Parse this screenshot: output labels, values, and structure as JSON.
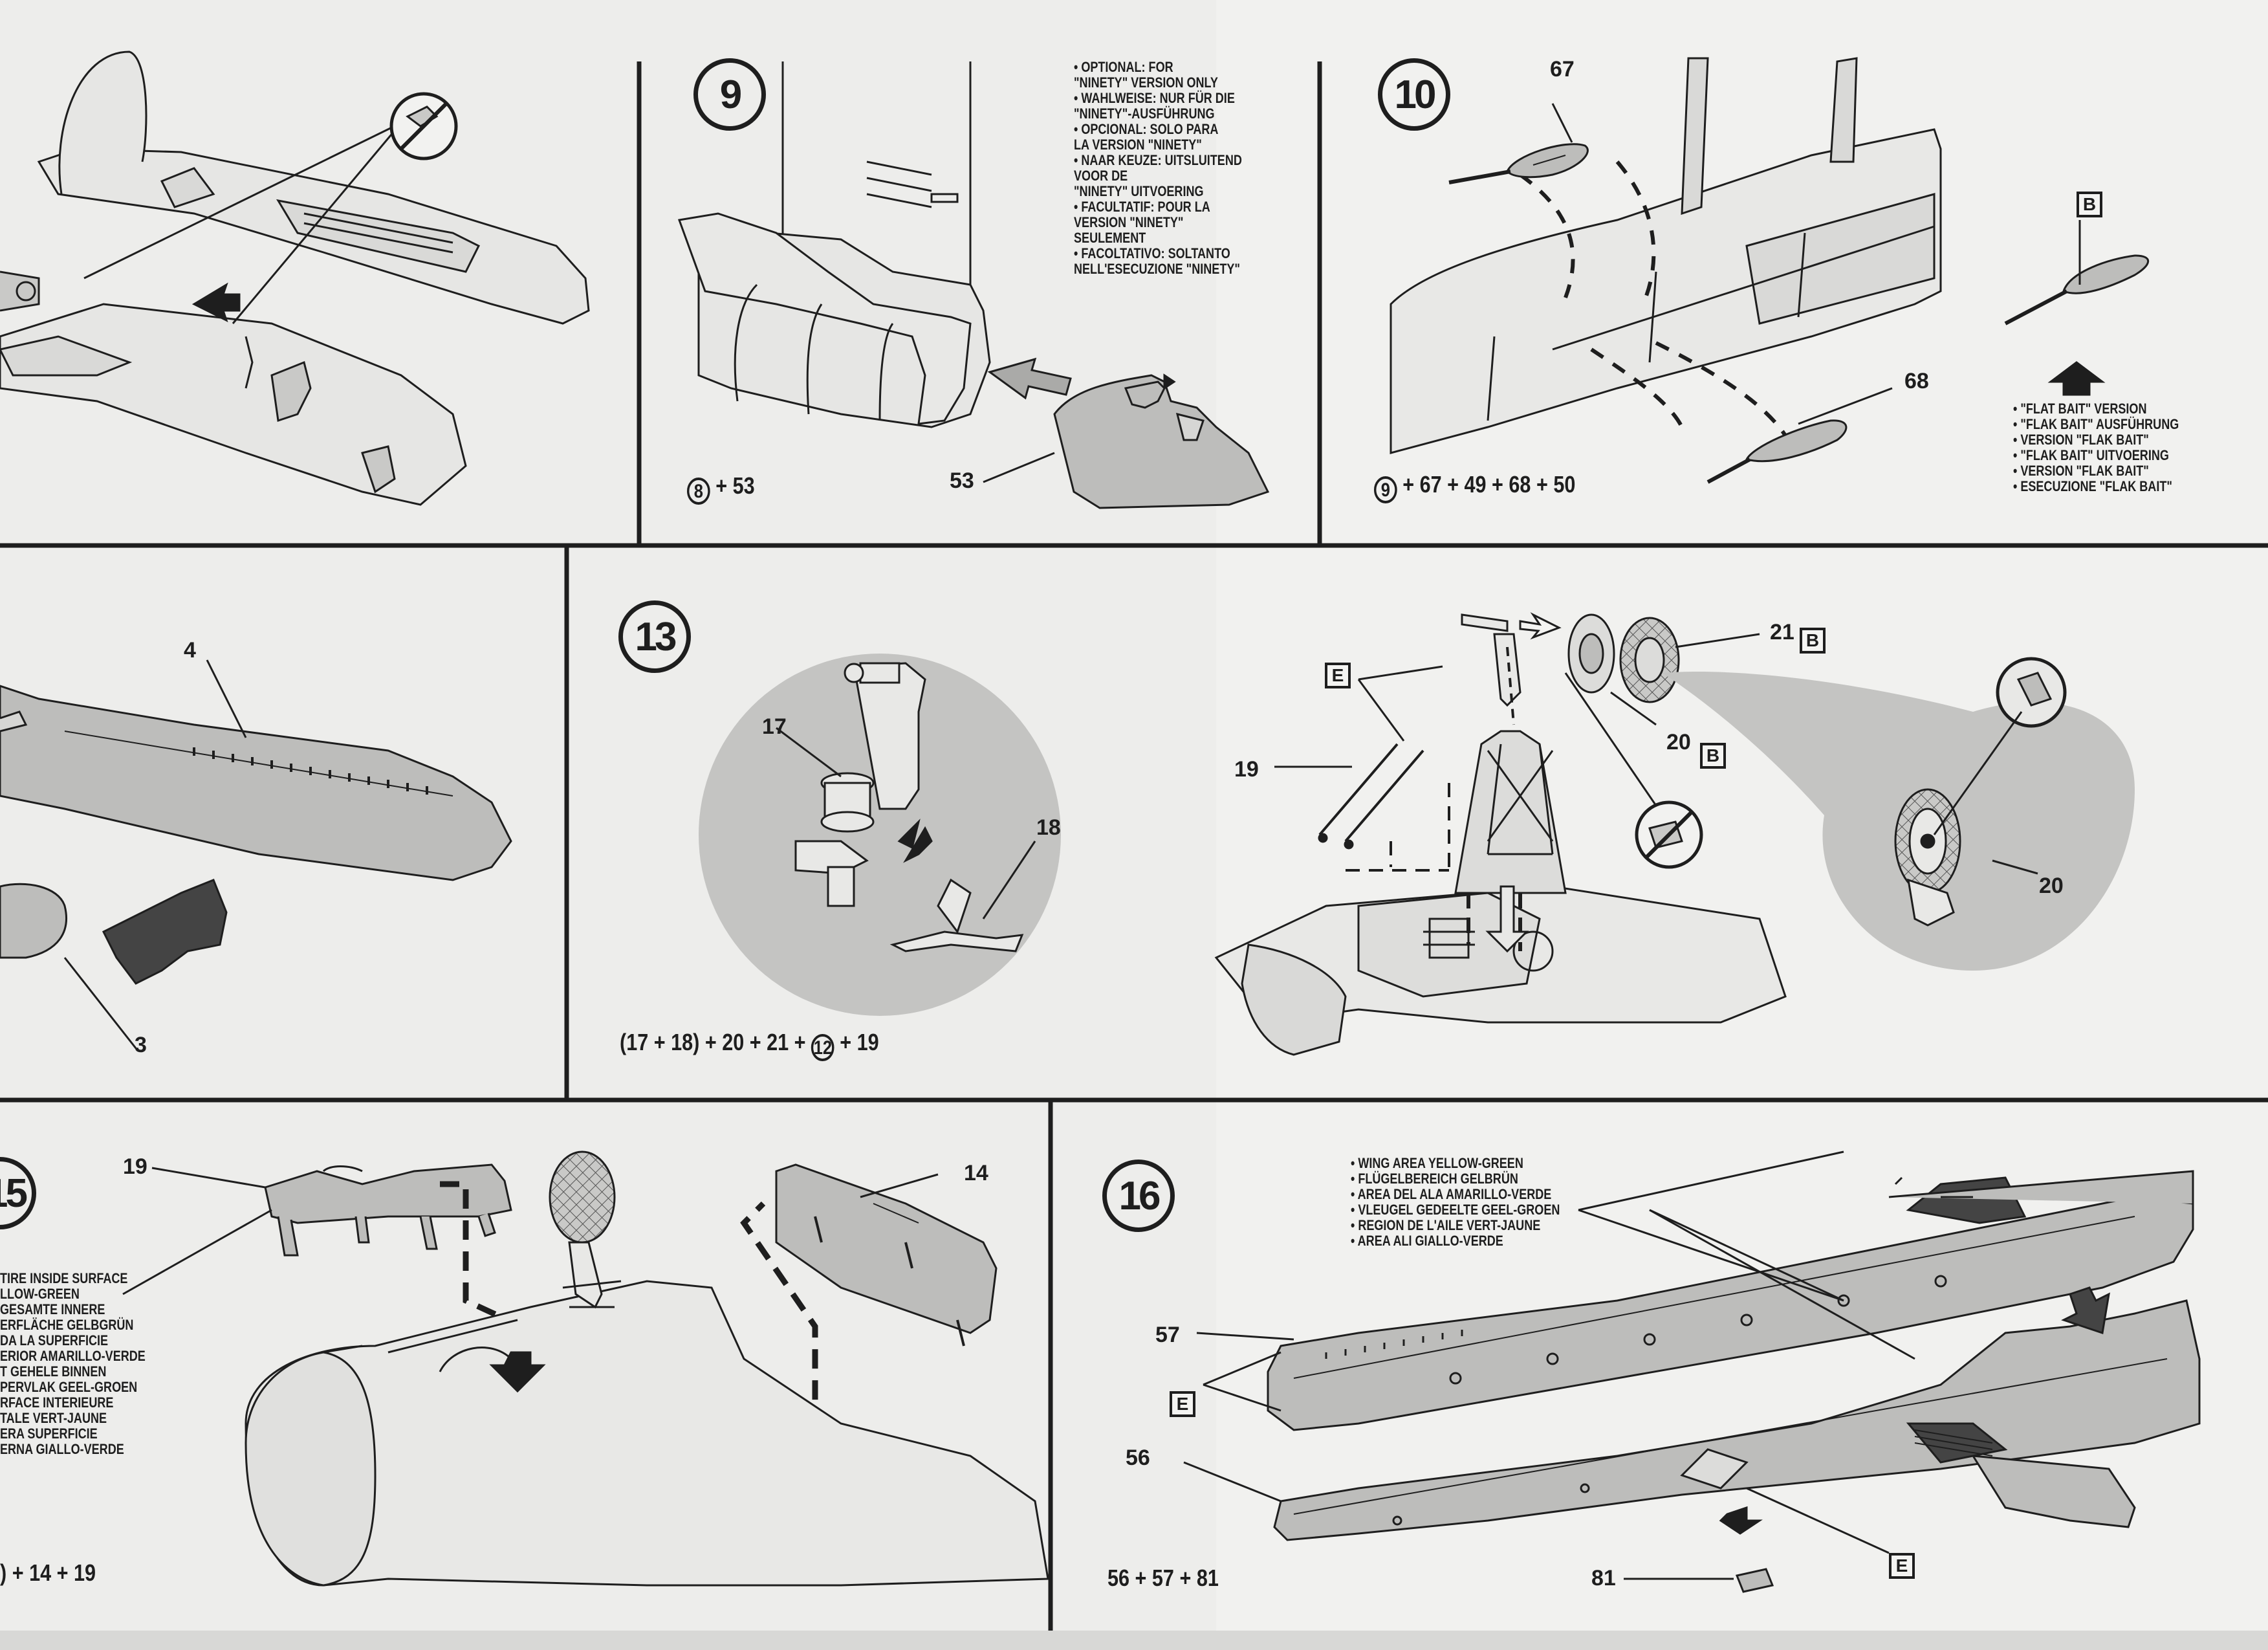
{
  "steps": {
    "s9": {
      "number": "9",
      "formula_ref": "8",
      "formula_rest": "+ 53",
      "part_53": "53"
    },
    "s10": {
      "number": "10",
      "formula_ref": "9",
      "formula_rest": "+ 67 + 49 + 68 + 50",
      "part_67": "67",
      "part_68": "68",
      "box_b": "B"
    },
    "s13": {
      "number": "13",
      "formula_pre": "(17 + 18) + 20 + 21 +",
      "formula_ref": "12",
      "formula_post": "+ 19",
      "part_17": "17",
      "part_18": "18",
      "part_19": "19",
      "part_20a": "20",
      "part_20b": "20",
      "part_21": "21",
      "box_e": "E",
      "box_b1": "B",
      "box_b2": "B"
    },
    "s15": {
      "number": "15",
      "formula_rest": ") + 14 + 19",
      "part_19": "19",
      "part_14": "14"
    },
    "s16": {
      "number": "16",
      "formula": "56 + 57 + 81",
      "part_57": "57",
      "part_56": "56",
      "part_81": "81",
      "box_e1": "E",
      "box_e2": "E"
    },
    "wing_step": {
      "part_4": "4",
      "part_3": "3"
    }
  },
  "notes": {
    "ninety": [
      "• OPTIONAL: FOR",
      "\"NINETY\" VERSION ONLY",
      "• WAHLWEISE: NUR FÜR DIE",
      "\"NINETY\"-AUSFÜHRUNG",
      "• OPCIONAL: SOLO PARA",
      "LA VERSION \"NINETY\"",
      "• NAAR KEUZE: UITSLUITEND",
      "VOOR DE",
      "\"NINETY\" UITVOERING",
      "• FACULTATIF: POUR LA",
      "VERSION \"NINETY\"",
      "SEULEMENT",
      "• FACOLTATIVO: SOLTANTO",
      "NELL'ESECUZIONE \"NINETY\""
    ],
    "flak_bait": [
      "• \"FLAT BAIT\" VERSION",
      "• \"FLAK BAIT\" AUSFÜHRUNG",
      "• VERSION \"FLAK BAIT\"",
      "• \"FLAK BAIT\" UITVOERING",
      "• VERSION \"FLAK BAIT\"",
      "• ESECUZIONE \"FLAK BAIT\""
    ],
    "inside_surface": [
      "TIRE INSIDE SURFACE",
      "LLOW-GREEN",
      "GESAMTE INNERE",
      "ERFLÄCHE GELBGRÜN",
      "DA LA SUPERFICIE",
      "ERIOR AMARILLO-VERDE",
      "T GEHELE BINNEN",
      "PERVLAK GEEL-GROEN",
      "RFACE INTERIEURE",
      "TALE VERT-JAUNE",
      "ERA SUPERFICIE",
      "ERNA GIALLO-VERDE"
    ],
    "wing_area": [
      "• WING AREA YELLOW-GREEN",
      "• FLÜGELBEREICH GELBRÜN",
      "• AREA DEL ALA AMARILLO-VERDE",
      "• VLEUGEL GEDEELTE GEEL-GROEN",
      "• REGION DE L'AILE VERT-JAUNE",
      "• AREA ALI GIALLO-VERDE"
    ]
  },
  "colors": {
    "paper": "#ededeb",
    "ink": "#1e1e1e",
    "part_grey": "#bdbdbb",
    "light_grey": "#d6d6d4"
  }
}
